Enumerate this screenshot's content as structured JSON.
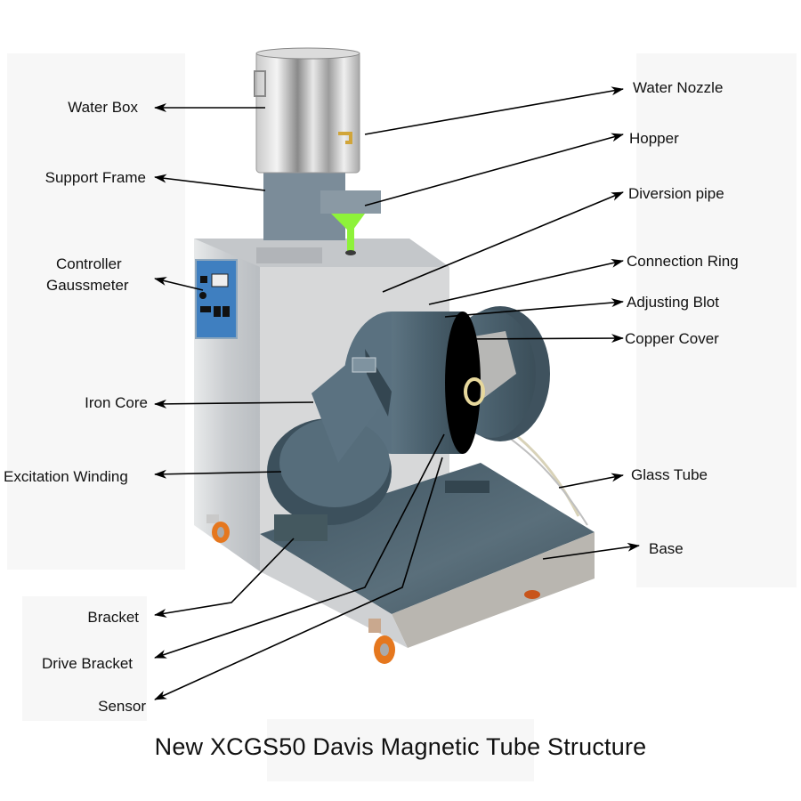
{
  "diagram": {
    "title": "New XCGS50 Davis Magnetic Tube Structure",
    "colors": {
      "steel": "#d4d6d8",
      "coil_blue": "#4f6573",
      "funnel_green": "#8ef23a",
      "panel_blue": "#3f7fc0",
      "wheel_orange": "#e5771e",
      "arrow": "#000000"
    },
    "labels_left": [
      {
        "id": "water-box",
        "text": "Water Box"
      },
      {
        "id": "support-frame",
        "text": "Support Frame"
      },
      {
        "id": "controller",
        "text": "Controller"
      },
      {
        "id": "gaussmeter",
        "text": "Gaussmeter"
      },
      {
        "id": "iron-core",
        "text": "Iron Core"
      },
      {
        "id": "excitation-winding",
        "text": "Excitation Winding"
      },
      {
        "id": "bracket",
        "text": "Bracket"
      },
      {
        "id": "drive-bracket",
        "text": "Drive Bracket"
      },
      {
        "id": "sensor",
        "text": "Sensor"
      }
    ],
    "labels_right": [
      {
        "id": "water-nozzle",
        "text": "Water Nozzle"
      },
      {
        "id": "hopper",
        "text": "Hopper"
      },
      {
        "id": "diversion-pipe",
        "text": "Diversion pipe"
      },
      {
        "id": "connection-ring",
        "text": "Connection Ring"
      },
      {
        "id": "adjusting-blot",
        "text": "Adjusting Blot"
      },
      {
        "id": "copper-cover",
        "text": "Copper Cover"
      },
      {
        "id": "glass-tube",
        "text": "Glass Tube"
      },
      {
        "id": "base",
        "text": "Base"
      }
    ]
  }
}
